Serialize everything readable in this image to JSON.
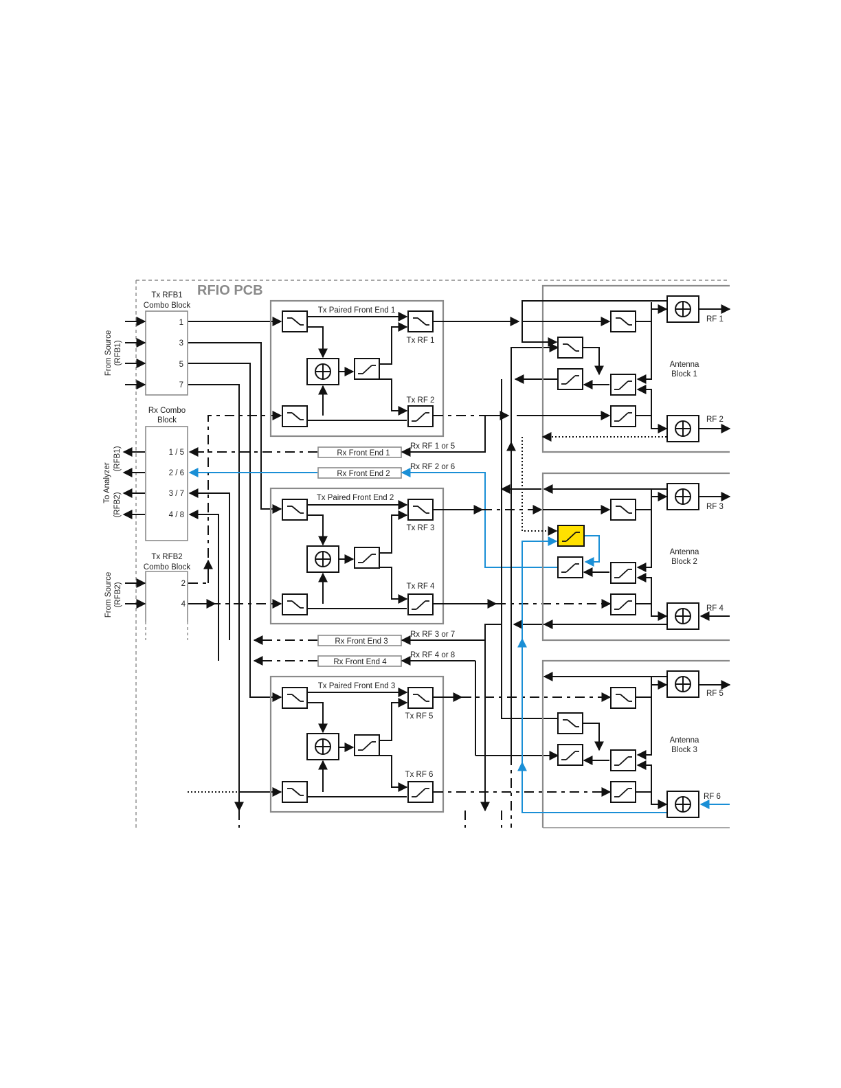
{
  "pcb_title": "RFIO PCB",
  "colors": {
    "wire": "#111111",
    "rx_path": "#1a8fd6",
    "highlight": "#ffe100",
    "border": "#8a8a8a"
  },
  "left": {
    "tx_rfb1": {
      "title_line1": "Tx RFB1",
      "title_line2": "Combo Block",
      "ports": [
        "1",
        "3",
        "5",
        "7"
      ]
    },
    "rx_combo": {
      "title_line1": "Rx Combo",
      "title_line2": "Block",
      "ports": [
        "1 / 5",
        "2 / 6",
        "3 / 7",
        "4 / 8"
      ]
    },
    "tx_rfb2": {
      "title_line1": "Tx RFB2",
      "title_line2": "Combo Block",
      "ports": [
        "2",
        "4"
      ]
    },
    "from_source_rfb1": [
      "From Source",
      "(RFB1)"
    ],
    "to_analyzer": [
      "To Analyzer",
      "(RFB1)",
      "(RFB2)"
    ],
    "from_source_rfb2": [
      "From Source",
      "(RFB2)"
    ]
  },
  "front_ends": [
    {
      "title": "Tx Paired Front End 1",
      "tx_a": "Tx RF 1",
      "tx_b": "Tx RF 2"
    },
    {
      "title": "Tx Paired Front End 2",
      "tx_a": "Tx RF 3",
      "tx_b": "Tx RF 4"
    },
    {
      "title": "Tx Paired Front End 3",
      "tx_a": "Tx RF 5",
      "tx_b": "Tx RF 6"
    }
  ],
  "rx_front_ends": [
    {
      "label": "Rx Front End 1",
      "rx_rf": "Rx RF 1 or 5"
    },
    {
      "label": "Rx Front End 2",
      "rx_rf": "Rx RF 2 or 6"
    },
    {
      "label": "Rx Front End 3",
      "rx_rf": "Rx RF 3 or 7"
    },
    {
      "label": "Rx Front End 4",
      "rx_rf": "Rx RF 4 or 8"
    }
  ],
  "antenna_blocks": [
    {
      "line1": "Antenna",
      "line2": "Block 1",
      "rf_top": "RF 1",
      "rf_bottom": "RF 2"
    },
    {
      "line1": "Antenna",
      "line2": "Block 2",
      "rf_top": "RF 3",
      "rf_bottom": "RF 4"
    },
    {
      "line1": "Antenna",
      "line2": "Block 3",
      "rf_top": "RF 5",
      "rf_bottom": "RF 6"
    }
  ]
}
